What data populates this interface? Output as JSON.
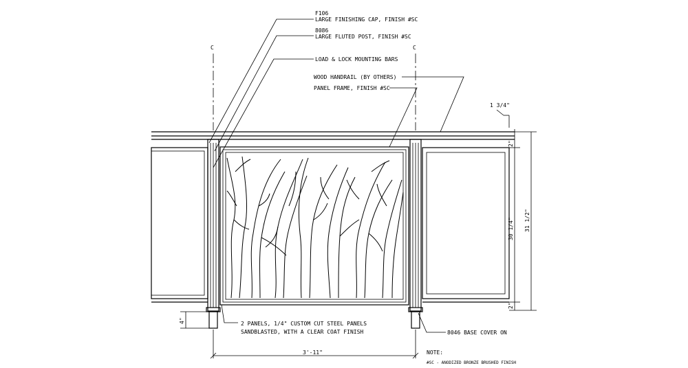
{
  "callouts": {
    "finishing_cap_code": "F106",
    "finishing_cap_desc": "LARGE FINISHING CAP, FINISH #SC",
    "fluted_post_code": "8086",
    "fluted_post_desc": "LARGE FLUTED POST, FINISH #SC",
    "mounting_bars": "LOAD & LOCK MOUNTING BARS",
    "handrail": "WOOD HANDRAIL (BY OTHERS)",
    "panel_frame": "PANEL FRAME, FINISH #SC",
    "panels_line1": "2 PANELS, 1/4\" CUSTOM CUT STEEL PANELS",
    "panels_line2": "SANDBLASTED, WITH A CLEAR COAT FINISH",
    "base_cover": "8046 BASE COVER ON"
  },
  "dimensions": {
    "handrail_depth": "1 3/4\"",
    "top_gap": "2\"",
    "panel_height": "30 1/4\"",
    "overall_height": "31 1/2\"",
    "bottom_gap": "2\"",
    "base_height": "4\"",
    "panel_width": "3'-11\""
  },
  "centerline_symbol": "C",
  "notes": {
    "title": "NOTE:",
    "line1": "#SC - ANODIZED BRONZE BRUSHED FINISH"
  }
}
